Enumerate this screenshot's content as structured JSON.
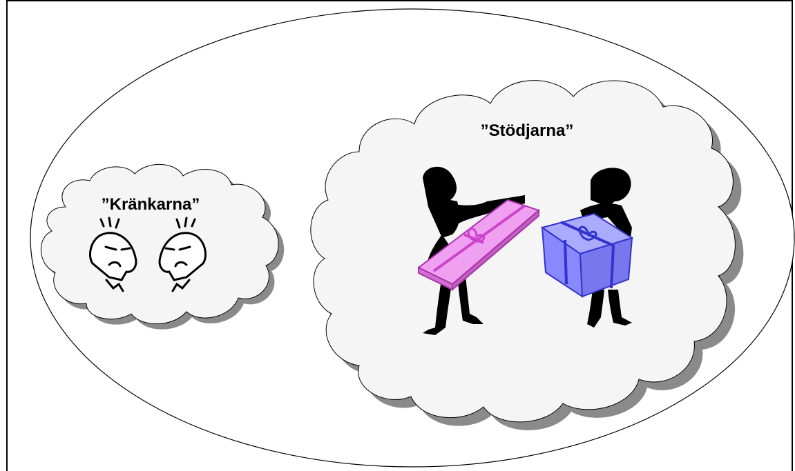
{
  "diagram": {
    "groups": [
      {
        "id": "kränkarna",
        "label": "”Kränkarna”"
      },
      {
        "id": "stödjarna",
        "label": "”Stödjarna”"
      }
    ]
  },
  "colors": {
    "cloud_fill": "#f5f5f5",
    "cloud_shadow": "#8a8a8a",
    "outline": "#000000",
    "pink_gift": "#f0a0f0",
    "pink_ribbon": "#cc44cc",
    "blue_gift": "#8888ff",
    "blue_ribbon": "#3333cc"
  },
  "icons": [
    "angry-face-icon",
    "angry-face-icon",
    "person-holding-gift-icon",
    "person-holding-gift-icon"
  ]
}
